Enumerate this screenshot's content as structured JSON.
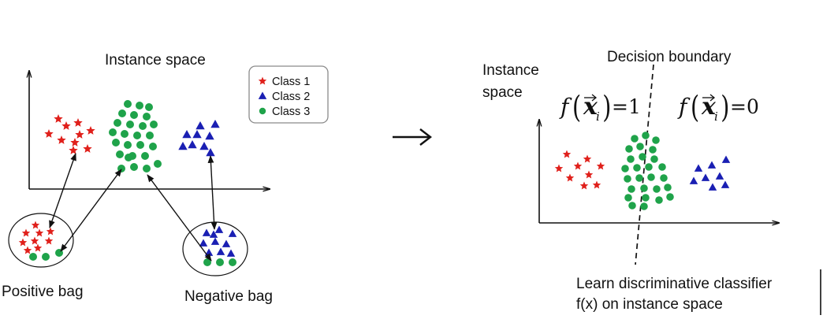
{
  "left_panel": {
    "title": "Instance space",
    "legend": [
      {
        "label": "Class 1",
        "marker": "star",
        "color": "#e0201b"
      },
      {
        "label": "Class 2",
        "marker": "triangle",
        "color": "#1a1fb3"
      },
      {
        "label": "Class 3",
        "marker": "circle",
        "color": "#1fa34a"
      }
    ],
    "positive_bag_label": "Positive bag",
    "negative_bag_label": "Negative bag"
  },
  "arrow_glyph": "→",
  "right_panel": {
    "axis_label_line1": "Instance",
    "axis_label_line2": "space",
    "decision_boundary_label": "Decision boundary",
    "formula_left": {
      "func": "f",
      "var": "x",
      "sub": "i",
      "rhs": "=1"
    },
    "formula_right": {
      "func": "f",
      "var": "x",
      "sub": "i",
      "rhs": "=0"
    },
    "caption_line1": "Learn discriminative classifier",
    "caption_line2": "f(x) on instance space"
  },
  "colors": {
    "class1": "#e0201b",
    "class2": "#1a1fb3",
    "class3": "#1fa34a",
    "ink": "#111111",
    "legend_border": "#8a8a8a"
  }
}
